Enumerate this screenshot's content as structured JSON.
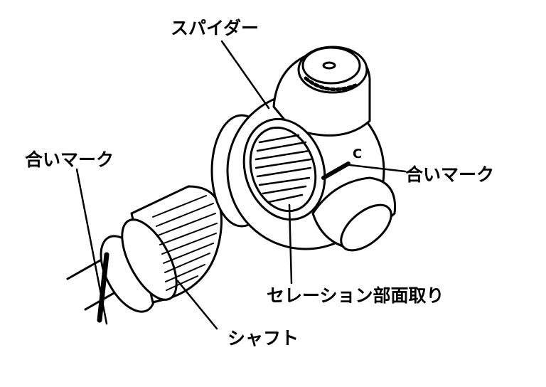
{
  "labels": {
    "spider": "スパイダー",
    "match_mark_left": "合いマーク",
    "match_mark_right": "合いマーク",
    "chamfer_letter": "C",
    "serration_chamfer": "セレーション部面取り",
    "shaft": "シャフト"
  },
  "colors": {
    "line": "#000000",
    "background": "#ffffff"
  }
}
